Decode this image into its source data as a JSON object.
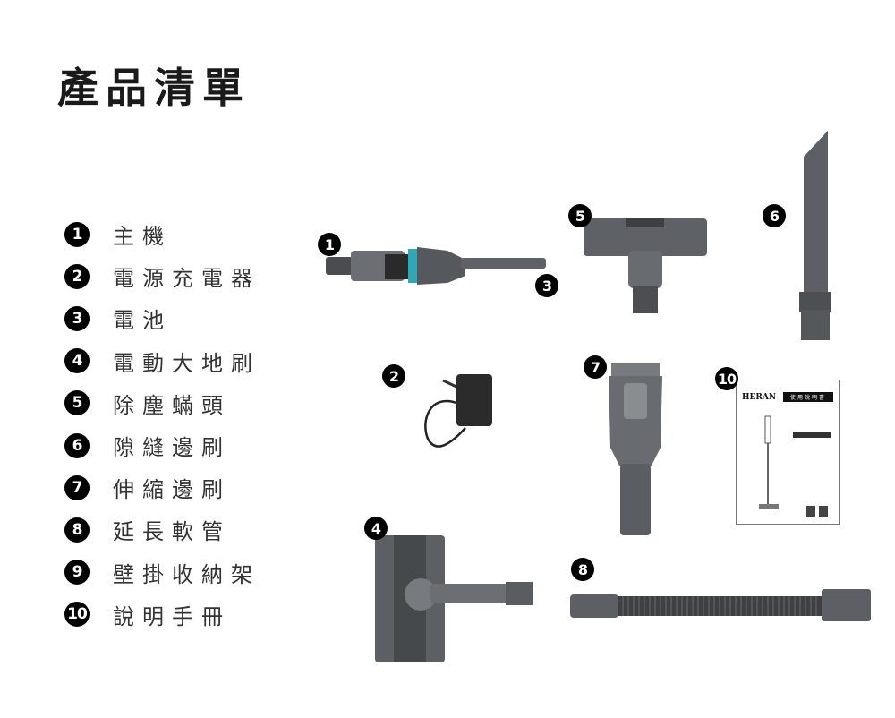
{
  "title": "產品清單",
  "items": [
    {
      "num": "1",
      "label": "主機"
    },
    {
      "num": "2",
      "label": "電源充電器"
    },
    {
      "num": "3",
      "label": "電池"
    },
    {
      "num": "4",
      "label": "電動大地刷"
    },
    {
      "num": "5",
      "label": "除塵蟎頭"
    },
    {
      "num": "6",
      "label": "隙縫邊刷"
    },
    {
      "num": "7",
      "label": "伸縮邊刷"
    },
    {
      "num": "8",
      "label": "延長軟管"
    },
    {
      "num": "9",
      "label": "壁掛收納架"
    },
    {
      "num": "10",
      "label": "說明手冊"
    }
  ],
  "manual": {
    "brand": "HERAN",
    "title": "使用說明書"
  },
  "colors": {
    "product_gray": "#5a5c5f",
    "accent_teal": "#2fa7b5",
    "marker": "#000000"
  }
}
